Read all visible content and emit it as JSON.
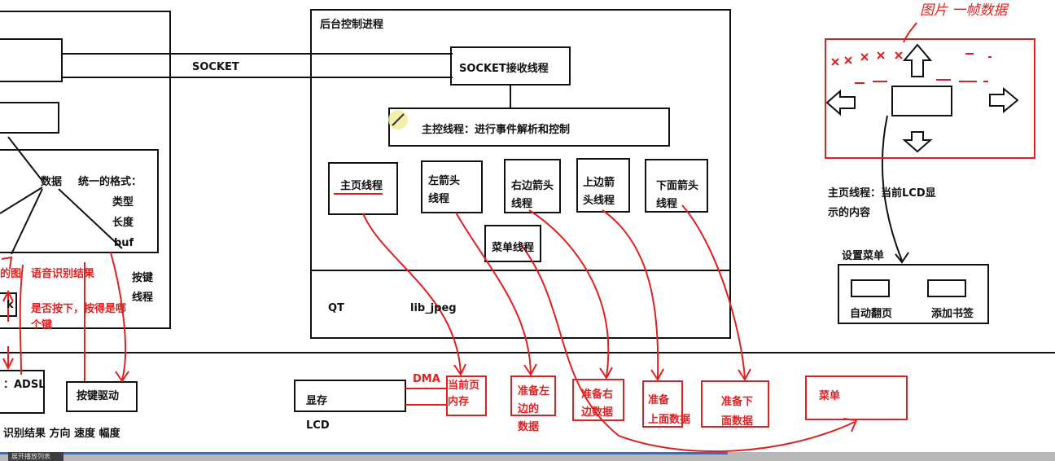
{
  "left_panel": {
    "socket_label": "SOCKET",
    "data_label": "数据",
    "format_label": "统一的格式：",
    "type_label": "类型",
    "length_label": "长度",
    "buf_label": "buf",
    "key_thread_label": "按键\n线程",
    "voice_result_label": "语音识别结果",
    "partial_label_a": "的图",
    "partial_label_k": "k",
    "pressed_label": "是否按下，按得是哪\n个键",
    "adsl_label": "：ADSL",
    "key_driver_label": "按键驱动",
    "bottom_label": "识别结果 方向 速度 幅度"
  },
  "backend": {
    "title": "后台控制进程",
    "socket_recv": "SOCKET接收线程",
    "main_control": "主控线程：进行事件解析和控制",
    "threads": [
      "主页线程",
      "左箭头\n线程",
      "右边箭头\n线程",
      "上边箭\n头线程",
      "下面箭头\n线程"
    ],
    "menu_thread": "菜单线程",
    "qt_label": "QT",
    "libjpeg_label": "lib_jpeg"
  },
  "bottom_row": {
    "framebuffer": "显存",
    "lcd_label": "LCD",
    "dma_label": "DMA",
    "current_page": "当前页\n内存",
    "prepare_left": "准备左\n边的\n数据",
    "prepare_right": "准备右\n边数据",
    "prepare_up": "准备\n上面数据",
    "prepare_down": "准备下\n面数据",
    "menu": "菜单"
  },
  "right_panel": {
    "annotation": "图片 一帧数据",
    "home_thread_note": "主页线程：当前LCD显\n示的内容",
    "settings_menu": "设置菜单",
    "auto_page": "自动翻页",
    "add_bookmark": "添加书签"
  },
  "player": {
    "progress": 0.69,
    "button_label": "展开播放列表"
  },
  "colors": {
    "ink": "#111111",
    "annotation_red": "#e02020",
    "highlight": "#f3eb9c",
    "progress_bar": "#2a6ee0"
  }
}
